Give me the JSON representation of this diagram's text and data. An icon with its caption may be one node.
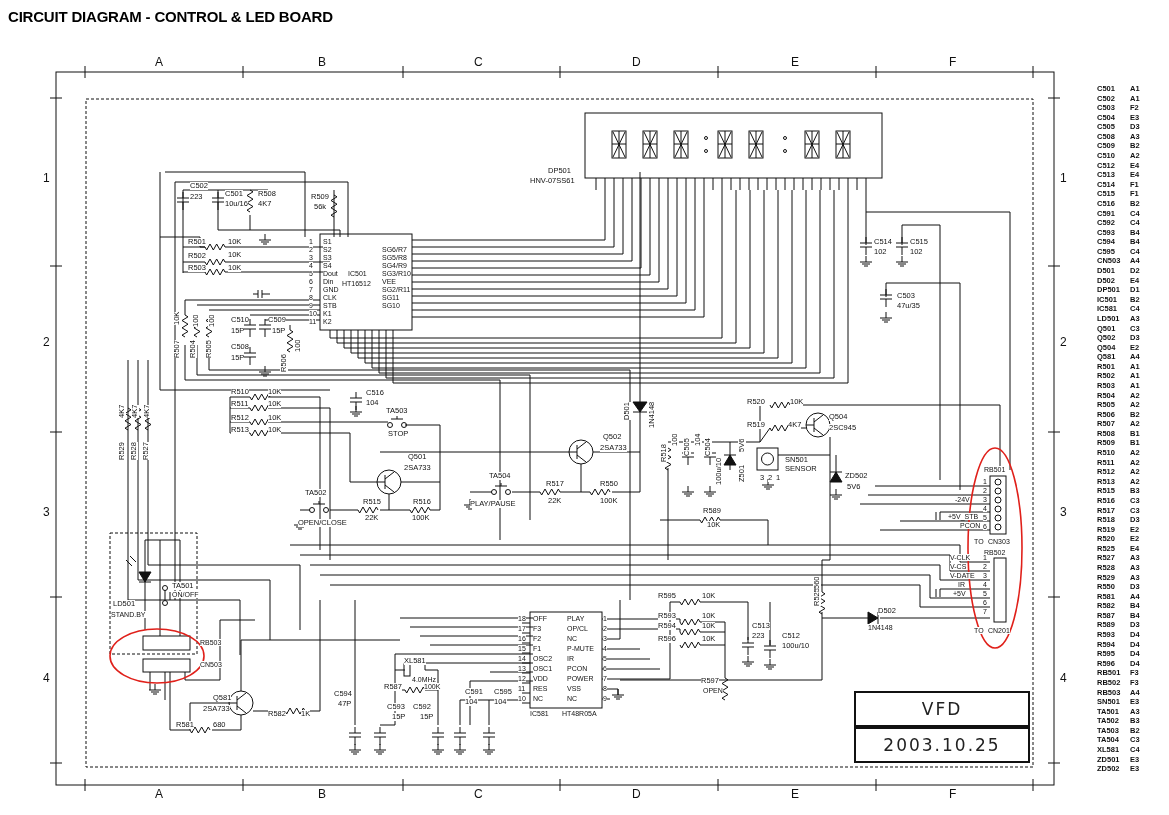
{
  "diagram": {
    "title": "CIRCUIT DIAGRAM - CONTROL & LED BOARD",
    "nodes": [
      {
        "text": [
          "VFD"
        ]
      },
      {
        "text": [
          "2003.10.25"
        ]
      }
    ],
    "labels": [
      "A",
      "B",
      "C",
      "D",
      "E",
      "F",
      "1",
      "2",
      "3",
      "4",
      "1",
      "2",
      "3",
      "4",
      "A",
      "B",
      "C",
      "D",
      "E",
      "F",
      "DP501",
      "HNV-07SS61",
      "C502",
      "223",
      "C501",
      "10u/16",
      "R508",
      "4K7",
      "R509",
      "56k",
      "R501",
      "10K",
      "R502",
      "10K",
      "R503",
      "10K",
      "IC501",
      "HT16512",
      "S1",
      "S2",
      "S3",
      "S4",
      "Dout",
      "Din",
      "GND",
      "CLK",
      "STB",
      "K1",
      "K2",
      "1",
      "2",
      "3",
      "4",
      "5",
      "6",
      "7",
      "8",
      "9",
      "10",
      "11",
      "SG6/R7",
      "SG5/R8",
      "SG4/R9",
      "SG3/R10",
      "VEE",
      "SG2/R11",
      "SG11",
      "SG10",
      "C514",
      "102",
      "C515",
      "102",
      "C503",
      "47u/35",
      "R507",
      "10K",
      "R504",
      "100",
      "R505",
      "100",
      "C510",
      "15P",
      "C508",
      "15P",
      "C509",
      "15P",
      "R506",
      "100",
      "C516",
      "104",
      "R510",
      "10K",
      "R511",
      "10K",
      "R512",
      "10K",
      "R513",
      "10K",
      "TA503",
      "STOP",
      "D501",
      "1N4148",
      "Q502",
      "2SA733",
      "Q501",
      "2SA733",
      "R529",
      "4K7",
      "R528",
      "4K7",
      "R527",
      "4K7",
      "TA502",
      "OPEN/CLOSE",
      "R515",
      "22K",
      "R516",
      "100K",
      "TA504",
      "PLAY/PAUSE",
      "R517",
      "22K",
      "R550",
      "100K",
      "R518",
      "100",
      "C505",
      "104",
      "C504",
      "100u/10",
      "Z501",
      "5V6",
      "R520",
      "10K",
      "R519",
      "4K7",
      "Q504",
      "2SC945",
      "SN501",
      "SENSOR",
      "3",
      "2",
      "1",
      "ZD502",
      "5V6",
      "R589",
      "10K",
      "RB501",
      "1",
      "2",
      "3",
      "4",
      "5",
      "6",
      "-24V",
      "+5V_STB",
      "PCON",
      "TO",
      "CN303",
      "RB502",
      "1",
      "2",
      "3",
      "4",
      "5",
      "6",
      "7",
      "V-CLK",
      "V-CS",
      "V-DATE",
      "IR",
      "+5V",
      "TO",
      "CN201",
      "LD501",
      "STAND.BY",
      "TA501",
      "ON/OFF",
      "RB503",
      "CN503",
      "R595",
      "10K",
      "R593",
      "10K",
      "R594",
      "10K",
      "R596",
      "10K",
      "C513",
      "223",
      "C512",
      "100u/10",
      "R525",
      "560",
      "D502",
      "1N4148",
      "18",
      "17",
      "16",
      "15",
      "14",
      "13",
      "12",
      "11",
      "10",
      "OFF",
      "F3",
      "F2",
      "F1",
      "OSC2",
      "OSC1",
      "VDD",
      "RES",
      "NC",
      "PLAY",
      "OP/CL",
      "NC",
      "P-MUTE",
      "IR",
      "PCON",
      "POWER",
      "VSS",
      "NC",
      "1",
      "2",
      "3",
      "4",
      "5",
      "6",
      "7",
      "8",
      "9",
      "IC581",
      "HT48R05A",
      "R597",
      "OPEN",
      "XL581",
      "4.0MHz",
      "R587",
      "100K",
      "C594",
      "47P",
      "C593",
      "15P",
      "C592",
      "15P",
      "C591",
      "104",
      "C595",
      "104",
      "Q581",
      "2SA733",
      "R582",
      "1K",
      "R581",
      "680",
      "C501",
      "A1",
      "C502",
      "A1",
      "C503",
      "F2",
      "C504",
      "E3",
      "C505",
      "D3",
      "C508",
      "A3",
      "C509",
      "B2",
      "C510",
      "A2",
      "C512",
      "E4",
      "C513",
      "E4",
      "C514",
      "F1",
      "C515",
      "F1",
      "C516",
      "B2",
      "C591",
      "C4",
      "C592",
      "C4",
      "C593",
      "B4",
      "C594",
      "B4",
      "C595",
      "C4",
      "CN503",
      "A4",
      "D501",
      "D2",
      "D502",
      "E4",
      "DP501",
      "D1",
      "IC501",
      "B2",
      "IC581",
      "C4",
      "LD501",
      "A3",
      "Q501",
      "C3",
      "Q502",
      "D3",
      "Q504",
      "E2",
      "Q581",
      "A4",
      "R501",
      "A1",
      "R502",
      "A1",
      "R503",
      "A1",
      "R504",
      "A2",
      "R505",
      "A2",
      "R506",
      "B2",
      "R507",
      "A2",
      "R508",
      "B1",
      "R509",
      "B1",
      "R510",
      "A2",
      "R511",
      "A2",
      "R512",
      "A2",
      "R513",
      "A2",
      "R515",
      "B3",
      "R516",
      "C3",
      "R517",
      "C3",
      "R518",
      "D3",
      "R519",
      "E2",
      "R520",
      "E2",
      "R525",
      "E4",
      "R527",
      "A3",
      "R528",
      "A3",
      "R529",
      "A3",
      "R550",
      "D3",
      "R581",
      "A4",
      "R582",
      "B4",
      "R587",
      "B4",
      "R589",
      "D3",
      "R593",
      "D4",
      "R594",
      "D4",
      "R595",
      "D4",
      "R596",
      "D4",
      "RB501",
      "F3",
      "RB502",
      "F3",
      "RB503",
      "A4",
      "SN501",
      "E3",
      "TA501",
      "A3",
      "TA502",
      "B3",
      "TA503",
      "B2",
      "TA504",
      "C3",
      "XL581",
      "C4",
      "ZD501",
      "E3",
      "ZD502",
      "E3"
    ]
  }
}
